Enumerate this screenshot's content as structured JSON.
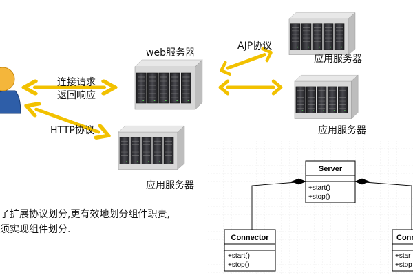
{
  "labels": {
    "web_server": "web服务器",
    "request": "连接请求",
    "response": "返回响应",
    "ajp": "AJP协议",
    "http": "HTTP协议",
    "app_server_top": "应用服务器",
    "app_server_mid": "应用服务器",
    "app_server_bottom": "应用服务器"
  },
  "description_lines": [
    "了扩展协议划分,更有效地划分组件职责,",
    "须实现组件划分."
  ],
  "uml": {
    "server": {
      "title": "Server",
      "ops": [
        "+start()",
        "+stop()"
      ]
    },
    "connector_left": {
      "title": "Connector",
      "ops": [
        "+start()",
        "+stop()"
      ]
    },
    "connector_right": {
      "title": "Conn",
      "ops": [
        "+star",
        "+stop"
      ]
    }
  },
  "colors": {
    "arrow": "#f2c100",
    "grid": "#e2e2e2",
    "server_body": "#2f2f33"
  }
}
